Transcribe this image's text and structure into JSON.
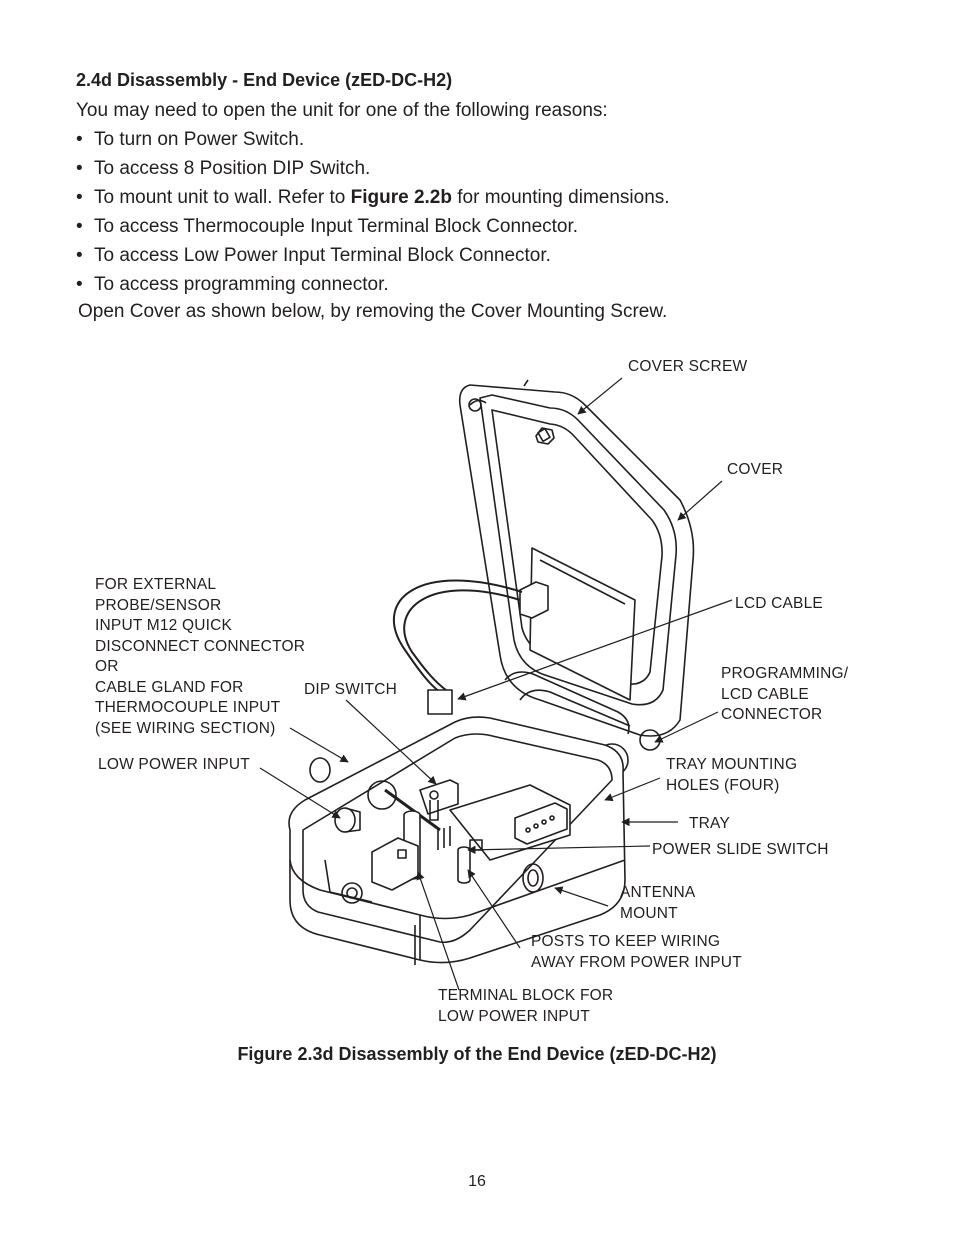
{
  "section": {
    "heading": "2.4d  Disassembly - End Device (zED-DC-H2)",
    "intro": "You may need to open the unit for one of the following reasons:",
    "bullets": [
      {
        "text": "To turn on Power Switch."
      },
      {
        "text": "To access 8 Position DIP Switch."
      },
      {
        "before": "To mount unit to wall. Refer to ",
        "bold": "Figure 2.2b",
        "after": "  for mounting dimensions."
      },
      {
        "text": "To access Thermocouple Input Terminal Block Connector."
      },
      {
        "text": "To access Low Power Input Terminal Block Connector."
      },
      {
        "text": "To access programming connector."
      }
    ],
    "outro": "Open Cover as shown below, by removing the Cover Mounting Screw."
  },
  "figure": {
    "callouts": {
      "cover_screw": "COVER SCREW",
      "cover": "COVER",
      "external_probe": "FOR EXTERNAL\nPROBE/SENSOR\nINPUT M12 QUICK\nDISCONNECT CONNECTOR\nOR\nCABLE GLAND FOR\nTHERMOCOUPLE INPUT\n(SEE WIRING SECTION)",
      "dip_switch": "DIP SWITCH",
      "lcd_cable": "LCD CABLE",
      "programming": "PROGRAMMING/\nLCD CABLE\nCONNECTOR",
      "low_power_input": "LOW POWER INPUT",
      "tray_mounting": "TRAY MOUNTING\nHOLES (FOUR)",
      "tray": "TRAY",
      "power_slide": "POWER SLIDE SWITCH",
      "antenna": "ANTENNA\nMOUNT",
      "posts": "POSTS TO KEEP WIRING\nAWAY FROM POWER INPUT",
      "terminal_block": "TERMINAL BLOCK FOR\nLOW POWER INPUT"
    },
    "caption": "Figure 2.3d  Disassembly of the End Device (zED-DC-H2)"
  },
  "page_number": "16"
}
